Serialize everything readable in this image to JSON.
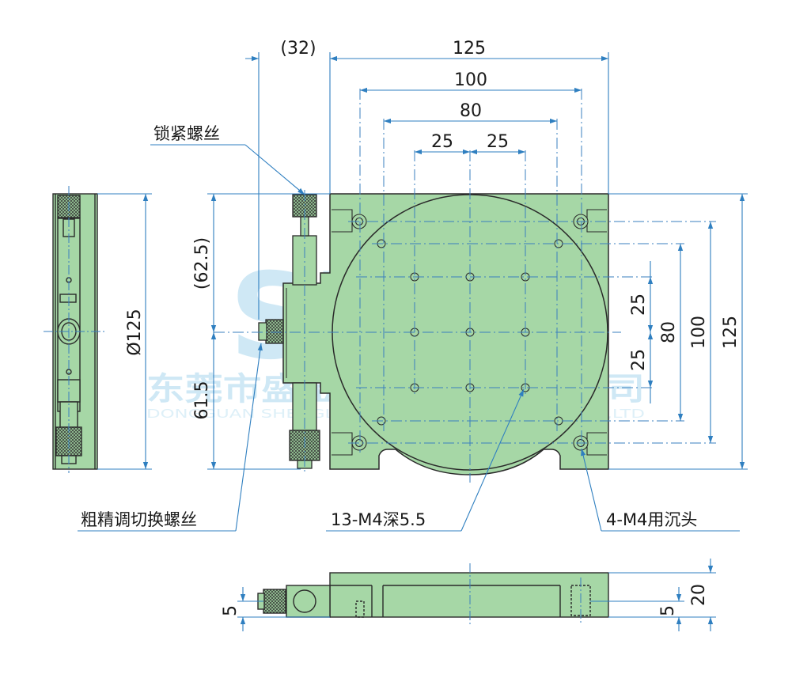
{
  "drawing": {
    "colors": {
      "body_fill": "#a6d7a6",
      "outline": "#2a2a2a",
      "dim_line": "#2f7fc0",
      "center_line": "#3a7fbf",
      "watermark": "#bfe1f2"
    },
    "dims_top": {
      "d_32": "(32)",
      "d_125": "125",
      "d_100": "100",
      "d_80": "80",
      "d_25a": "25",
      "d_25b": "25"
    },
    "dims_left": {
      "d_62_5": "(62.5)",
      "d_61_5": "61.5",
      "d_dia": "Ø125"
    },
    "dims_right": {
      "d_25a": "25",
      "d_25b": "25",
      "d_80": "80",
      "d_100": "100",
      "d_125": "125"
    },
    "dims_side": {
      "d_5_left": "5",
      "d_5_right": "5",
      "d_20": "20"
    },
    "callouts": {
      "lock_screw": "锁紧螺丝",
      "fine_coarse_screw": "粗精调切换螺丝",
      "holes_13": "13-M4深5.5",
      "holes_4": "4-M4用沉头"
    },
    "watermark": {
      "logo": "SELN",
      "company": "东莞市盛莅精密机械有限公司",
      "company_en": "DONGGUAN SHENGLIN PRECISION MACHINERY CO.,LTD"
    }
  }
}
